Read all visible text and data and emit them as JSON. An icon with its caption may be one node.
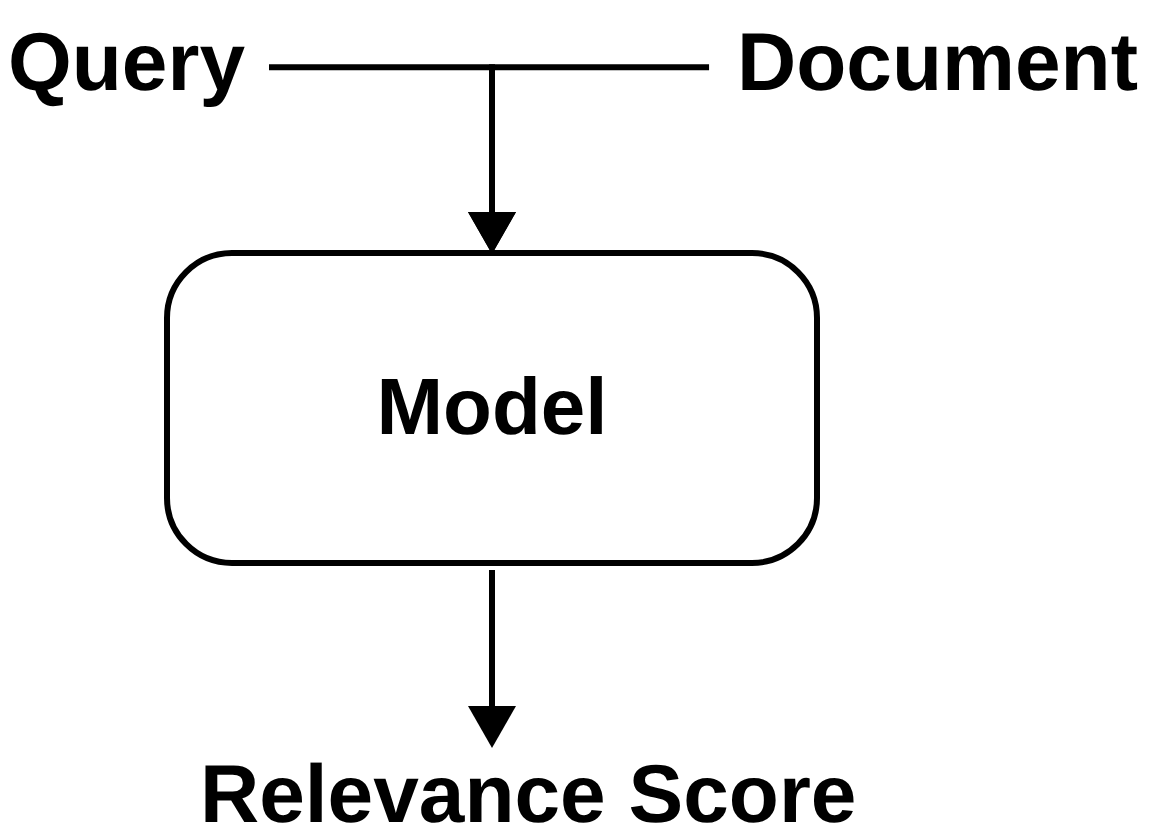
{
  "diagram": {
    "nodes": [
      {
        "text": [
          "Query"
        ]
      },
      {
        "text": [
          "Document"
        ]
      },
      {
        "text": [
          "Model"
        ]
      },
      {
        "text": [
          "Relevance Score"
        ]
      }
    ],
    "edges": [
      {
        "from": 0,
        "to": 2,
        "arrow": "to"
      },
      {
        "from": 1,
        "to": 2,
        "arrow": "to"
      },
      {
        "from": 2,
        "to": 3,
        "arrow": "to"
      }
    ]
  }
}
